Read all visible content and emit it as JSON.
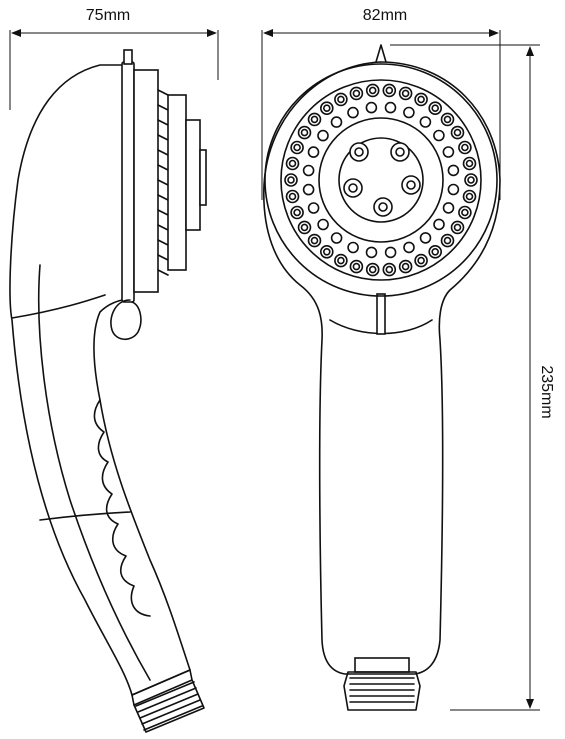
{
  "dimensions": {
    "width_side": "75mm",
    "width_front": "82mm",
    "height": "235mm"
  },
  "colors": {
    "line": "#111111",
    "background": "#ffffff"
  }
}
